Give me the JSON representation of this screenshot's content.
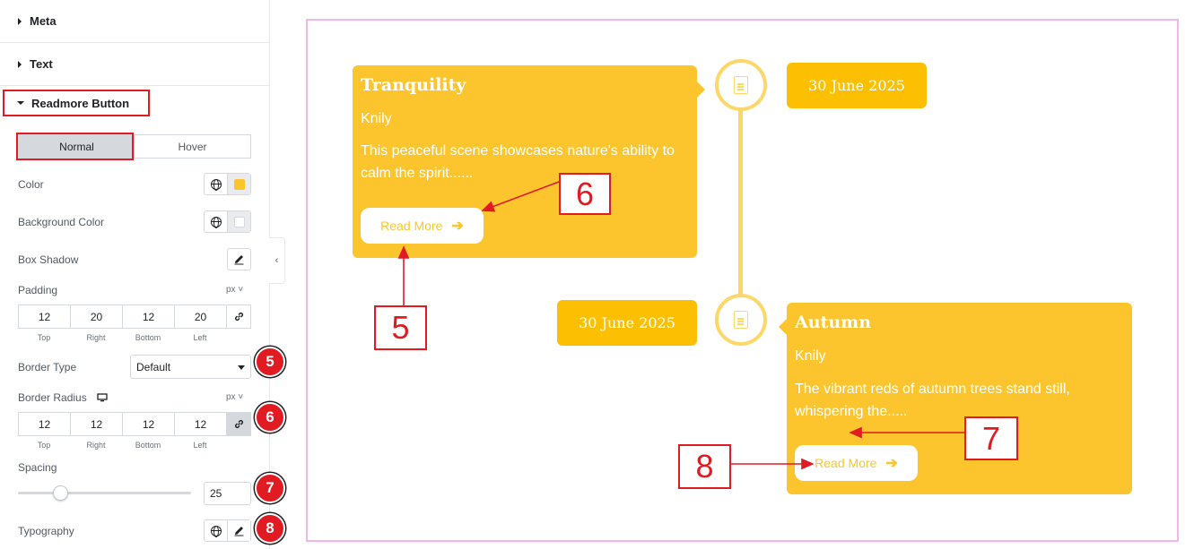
{
  "panel": {
    "sections": {
      "meta": "Meta",
      "text": "Text",
      "readmore": "Readmore Button"
    },
    "tabs": {
      "normal": "Normal",
      "hover": "Hover"
    },
    "controls": {
      "color_label": "Color",
      "color_value": "#fcc52e",
      "bg_color_label": "Background Color",
      "bg_color_value": "#ffffff",
      "box_shadow_label": "Box Shadow",
      "padding_label": "Padding",
      "padding_unit": "px",
      "padding": {
        "top": "12",
        "right": "20",
        "bottom": "12",
        "left": "20"
      },
      "dim_labels": {
        "top": "Top",
        "right": "Right",
        "bottom": "Bottom",
        "left": "Left"
      },
      "border_type_label": "Border Type",
      "border_type_value": "Default",
      "border_radius_label": "Border Radius",
      "border_radius_unit": "px",
      "border_radius": {
        "top": "12",
        "right": "12",
        "bottom": "12",
        "left": "12"
      },
      "spacing_label": "Spacing",
      "spacing_value": "25",
      "typography_label": "Typography"
    },
    "badges": [
      "5",
      "6",
      "7",
      "8"
    ]
  },
  "preview": {
    "card1": {
      "title": "Tranquility",
      "author": "Knily",
      "description": "This peaceful scene showcases nature's ability to calm the spirit......",
      "button": "Read More",
      "date": "30 June 2025"
    },
    "card2": {
      "title": "Autumn",
      "author": "Knily",
      "description": "The vibrant reds of autumn trees stand still, whispering the.....",
      "button": "Read More",
      "date": "30 June 2025"
    },
    "callouts": [
      "6",
      "5",
      "7",
      "8"
    ]
  },
  "colors": {
    "accent": "#fcc52e",
    "date_bg": "#fcbf02",
    "annotation_red": "#e11b22",
    "frame_pink": "#f2b6e9"
  },
  "icons": [
    "caret-right-icon",
    "caret-down-icon",
    "globe-icon",
    "pencil-icon",
    "link-icon",
    "monitor-icon",
    "chevron-left-icon",
    "document-icon",
    "arrow-right-icon"
  ]
}
